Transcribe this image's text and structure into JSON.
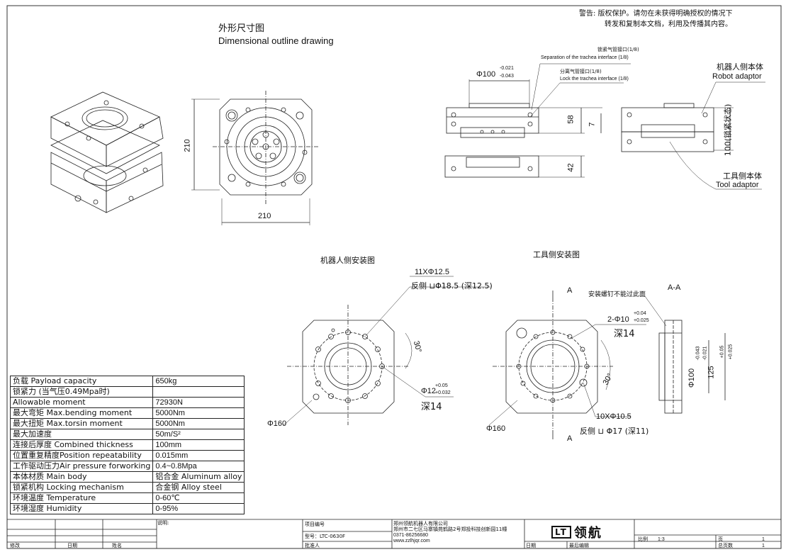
{
  "warning": {
    "line1": "警告:   版权保护。请勿在未获得明确授权的情况下",
    "line2": "转发和复制本文档，利用及传播其内容。"
  },
  "outline": {
    "title_cn": "外形尺寸图",
    "title_en": "Dimensional outline drawing"
  },
  "front_view": {
    "dim_h": "210",
    "dim_w": "210"
  },
  "side_view": {
    "dia": "Φ100",
    "tol_up": "-0.021",
    "tol_dn": "-0.043",
    "note1_cn": "锁紧气管接口(1/8)",
    "note1_en": "Separation of the trachea interface (1/8)",
    "note2_cn": "分离气管接口(1/8)",
    "note2_en": "Lock the trachea interface (1/8)",
    "d58": "58",
    "d7": "7",
    "d42": "42"
  },
  "end_view": {
    "robot_cn": "机器人侧本体",
    "robot_en": "Robot adaptor",
    "tool_cn": "工具侧本体",
    "tool_en": "Tool adaptor",
    "d100": "100(锁紧状态)"
  },
  "robot_mount": {
    "title": "机器人侧安装图",
    "holes": "11XΦ12.5",
    "counterbore": "反侧 ⊔Φ18.5 (深12.5)",
    "angle": "30°",
    "pin": "Φ12",
    "pin_up": "+0.05",
    "pin_dn": "+0.032",
    "pin_depth": "深14",
    "pcd": "Φ160"
  },
  "tool_mount": {
    "title": "工具侧安装图",
    "section": "A",
    "section_aa": "A-A",
    "note": "安装螺钉不能过此面",
    "pins": "2-Φ10",
    "pins_up": "+0.04",
    "pins_dn": "+0.025",
    "pins_depth": "深14",
    "angle": "30°",
    "holes": "10XΦ10.5",
    "counterbore": "反侧 ⊔ Φ17 (深11)",
    "pcd": "Φ160",
    "sec_d1": "Φ100",
    "sec_d1_up": "-0.043",
    "sec_d1_dn": "-0.021",
    "sec_d2": "125",
    "sec_d2_up": "+0.05",
    "sec_d2_dn": "+0.025"
  },
  "specs": [
    {
      "k": "负载 Payload capacity",
      "v": "650kg"
    },
    {
      "k": "锁紧力 (当气压0.49Mpa时)",
      "v": ""
    },
    {
      "k": "Allowable moment",
      "v": "72930N"
    },
    {
      "k": "最大弯矩 Max.bending moment",
      "v": "5000Nm"
    },
    {
      "k": "最大扭矩 Max.torsin moment",
      "v": "5000Nm"
    },
    {
      "k": "最大加速度",
      "v": "50m/S²"
    },
    {
      "k": "连接后厚度 Combined thickness",
      "v": "100mm"
    },
    {
      "k": "位置重复精度Position repeatability",
      "v": "0.015mm"
    },
    {
      "k": "工作驱动压力Air pressure forworking",
      "v": "0.4~0.8Mpa"
    },
    {
      "k": "本体材质 Main body",
      "v": "铝合金 Aluminum alloy"
    },
    {
      "k": "锁紧机构 Locking mechanism",
      "v": "合金钢 Alloy steel"
    },
    {
      "k": "环境温度 Temperature",
      "v": "0-60℃"
    },
    {
      "k": "环境湿度 Humidity",
      "v": "0-95%"
    }
  ],
  "titleblock": {
    "note_label": "说明:",
    "rev": "修改",
    "date": "日期",
    "name": "姓名",
    "project": "项目编号",
    "model": "型号：LTC-0630F",
    "approver": "批准人",
    "company": "郑州领航机器人有限公司",
    "address": "郑州市二七区马寨镇苑鹤路2号郑投科技创新园11幢",
    "phone": "0371-86256680",
    "web": "www.zzlhjqr.com",
    "logo": "领航",
    "logo_box": "LT",
    "date2": "日期",
    "last_edit": "最后编辑",
    "scale_label": "比例",
    "scale": "1:3",
    "page_label": "页",
    "page": "1",
    "total_label": "总页数",
    "total": "1"
  }
}
